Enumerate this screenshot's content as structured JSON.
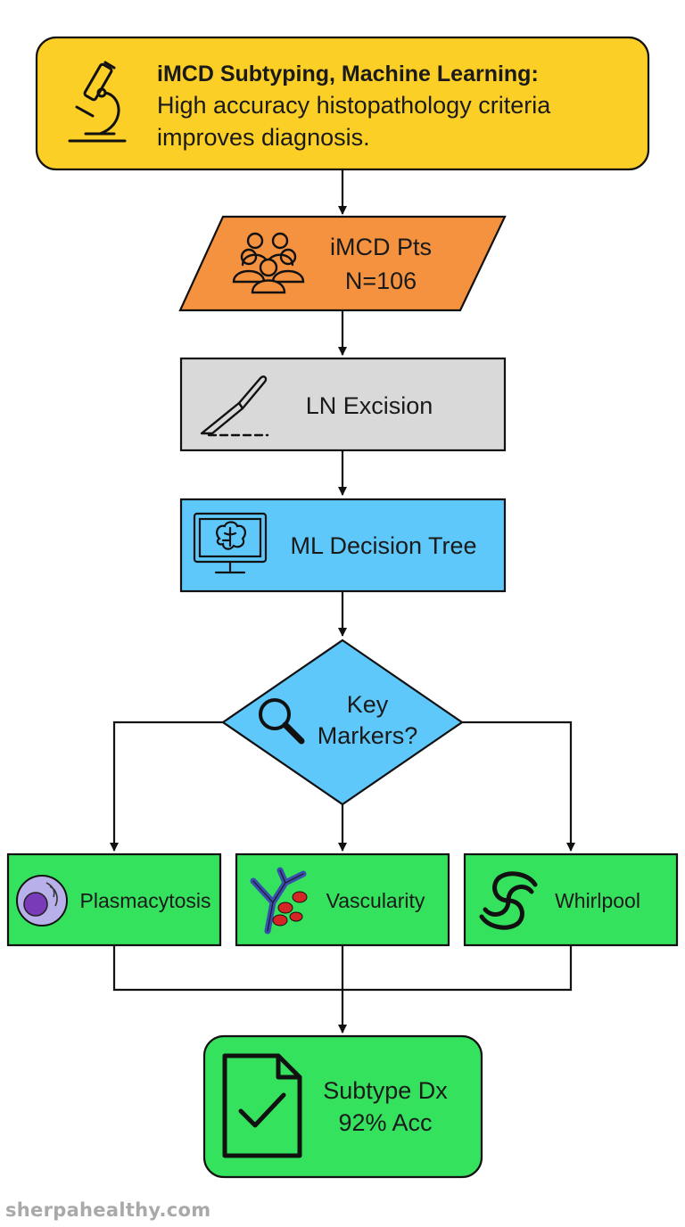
{
  "title_box": {
    "heading": "iMCD Subtyping, Machine Learning:",
    "line1": "High accuracy histopathology criteria",
    "line2": "improves diagnosis."
  },
  "patients": {
    "line1": "iMCD Pts",
    "line2": "N=106"
  },
  "excision": {
    "label": "LN Excision"
  },
  "ml": {
    "label": "ML Decision Tree"
  },
  "decision": {
    "line1": "Key",
    "line2": "Markers?"
  },
  "markers": [
    {
      "label": "Plasmacytosis",
      "icon": "plasma-cell-icon"
    },
    {
      "label": "Vascularity",
      "icon": "blood-vessel-icon"
    },
    {
      "label": "Whirlpool",
      "icon": "whirlpool-icon"
    }
  ],
  "result": {
    "line1": "Subtype Dx",
    "line2": "92% Acc"
  },
  "watermark": "sherpahealthy.com",
  "colors": {
    "title_fill": "#fbcf26",
    "patients_fill": "#f5923f",
    "excision_fill": "#d9d9d9",
    "ml_fill": "#5ec8fb",
    "decision_fill": "#5ec8fb",
    "marker_fill": "#35e25e",
    "result_fill": "#35e25e"
  }
}
